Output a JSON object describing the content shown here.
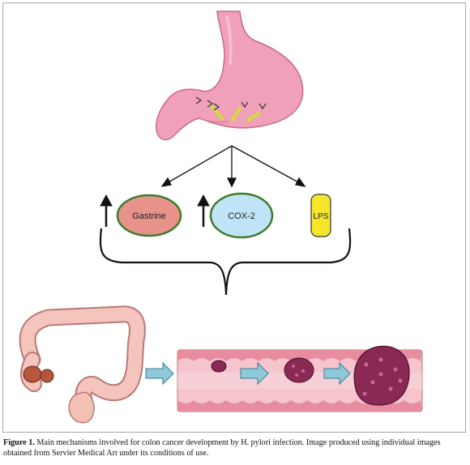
{
  "labels": {
    "gastrine": "Gastrine",
    "cox2": "COX-2",
    "lps": "LPS"
  },
  "caption": {
    "figure_label": "Figure 1.",
    "text": " Main mechanisms involved for colon cancer development by H. pylori infection. Image produced using individual images obtained from Servier Medical Art under its conditions of use."
  },
  "colors": {
    "stomach": "#f0a0b8",
    "gastrine_fill": "#e8928c",
    "cox2_fill": "#bfe4f8",
    "lps_fill": "#f5e62a",
    "bacteria": "#d4dc3a",
    "colon_wall": "#f5c4cc",
    "colon_lining": "#e88ca0",
    "tumor": "#8a2a54",
    "arrow_fill": "#8ec9d8"
  },
  "icons": [
    "up-arrow-icon",
    "block-arrow-icon"
  ]
}
